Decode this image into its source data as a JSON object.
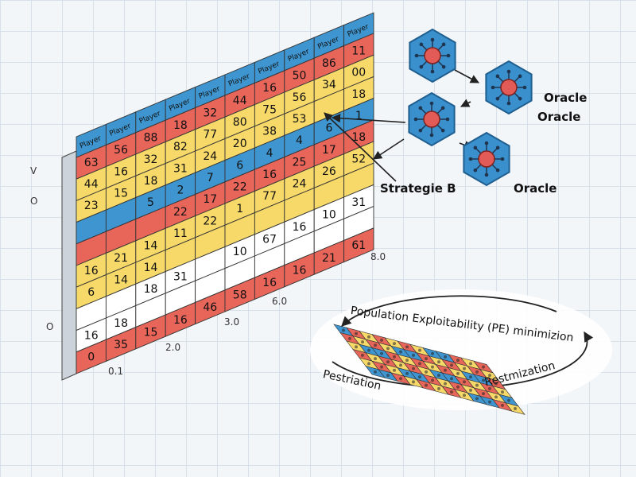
{
  "matrix": {
    "header": [
      "Player",
      "Player",
      "Player",
      "Player",
      "Player",
      "Player",
      "Player",
      "Player",
      "Player",
      "Player",
      "Player"
    ],
    "rows": [
      {
        "color": "red",
        "cells": [
          "63",
          "56",
          "88",
          "18",
          "32",
          "44",
          "16",
          "50",
          "86",
          "11"
        ]
      },
      {
        "color": "yellow",
        "cells": [
          "44",
          "16",
          "32",
          "82",
          "77",
          "80",
          "75",
          "56",
          "34",
          "00"
        ]
      },
      {
        "color": "yellow",
        "cells": [
          "23",
          "15",
          "18",
          "31",
          "24",
          "20",
          "38",
          "53",
          "",
          "18"
        ]
      },
      {
        "color": "blue",
        "cells": [
          "",
          "",
          "5",
          "2",
          "7",
          "6",
          "4",
          "4",
          "6",
          "1"
        ]
      },
      {
        "color": "red",
        "cells": [
          "",
          "",
          "",
          "22",
          "17",
          "22",
          "16",
          "25",
          "17",
          "18"
        ]
      },
      {
        "color": "yellow",
        "cells": [
          "16",
          "21",
          "14",
          "11",
          "22",
          "1",
          "77",
          "24",
          "26",
          "52"
        ]
      },
      {
        "color": "yellow",
        "cells": [
          "6",
          "14",
          "14",
          "",
          "",
          "",
          "",
          "",
          "",
          ""
        ]
      },
      {
        "color": "white",
        "cells": [
          "",
          "",
          "18",
          "31",
          "",
          "10",
          "67",
          "16",
          "10",
          "31"
        ]
      },
      {
        "color": "white",
        "cells": [
          "16",
          "18",
          "",
          "",
          "",
          "",
          "",
          "",
          "",
          ""
        ]
      },
      {
        "color": "red",
        "cells": [
          "0",
          "35",
          "15",
          "16",
          "46",
          "58",
          "16",
          "16",
          "21",
          "61"
        ]
      }
    ]
  },
  "axis": {
    "left_v": "V",
    "left_o1": "O",
    "left_o2": "O",
    "bottom": [
      "0.1",
      "2.0",
      "3.0",
      "6.0",
      "8.0"
    ]
  },
  "network": {
    "oracle_1": "Oracle",
    "oracle_2": "Oracle",
    "oracle_3": "Oracle",
    "strategy": "Strategie B"
  },
  "cycle": {
    "title": "Population Exploitability (PE) minimizion",
    "left_label": "Pestriation",
    "right_label": "Restmization"
  },
  "colors": {
    "red": "#e8655a",
    "yellow": "#f7d96a",
    "blue": "#3f95cf",
    "white": "#ffffff",
    "node_blue": "#3a8fcd",
    "node_core": "#e35b56"
  }
}
